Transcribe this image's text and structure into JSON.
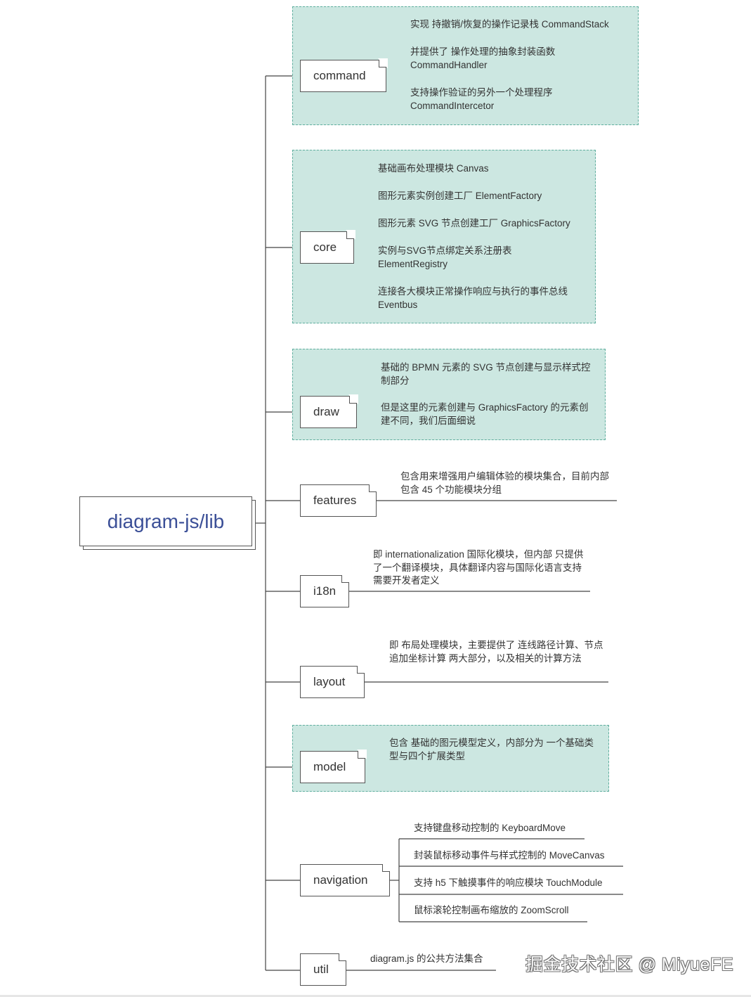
{
  "root": {
    "label": "diagram-js/lib"
  },
  "modules": [
    {
      "id": "command",
      "label": "command",
      "highlighted": true,
      "items": [
        "实现 持撤销/恢复的操作记录栈 CommandStack",
        "并提供了 操作处理的抽象封装函数 CommandHandler",
        "支持操作验证的另外一个处理程序 CommandIntercetor"
      ]
    },
    {
      "id": "core",
      "label": "core",
      "highlighted": true,
      "items": [
        "基础画布处理模块 Canvas",
        "图形元素实例创建工厂 ElementFactory",
        "图形元素 SVG 节点创建工厂 GraphicsFactory",
        "实例与SVG节点绑定关系注册表 ElementRegistry",
        "连接各大模块正常操作响应与执行的事件总线 Eventbus"
      ]
    },
    {
      "id": "draw",
      "label": "draw",
      "highlighted": true,
      "items": [
        "基础的 BPMN 元素的 SVG 节点创建与显示样式控制部分",
        "但是这里的元素创建与 GraphicsFactory 的元素创建不同，我们后面细说"
      ]
    },
    {
      "id": "features",
      "label": "features",
      "highlighted": false,
      "items": [
        "包含用来增强用户编辑体验的模块集合，目前内部包含 45 个功能模块分组"
      ]
    },
    {
      "id": "i18n",
      "label": "i18n",
      "highlighted": false,
      "items": [
        "即 internationalization 国际化模块，但内部 只提供了一个翻译模块，具体翻译内容与国际化语言支持需要开发者定义"
      ]
    },
    {
      "id": "layout",
      "label": "layout",
      "highlighted": false,
      "items": [
        "即 布局处理模块，主要提供了 连线路径计算、节点追加坐标计算 两大部分，以及相关的计算方法"
      ]
    },
    {
      "id": "model",
      "label": "model",
      "highlighted": true,
      "items": [
        "包含 基础的图元模型定义，内部分为 一个基础类型与四个扩展类型"
      ]
    },
    {
      "id": "navigation",
      "label": "navigation",
      "highlighted": false,
      "items": [
        "支持键盘移动控制的 KeyboardMove",
        "封装鼠标移动事件与样式控制的 MoveCanvas",
        "支持 h5 下触摸事件的响应模块 TouchModule",
        "鼠标滚轮控制画布缩放的 ZoomScroll"
      ]
    },
    {
      "id": "util",
      "label": "util",
      "highlighted": false,
      "items": [
        "diagram.js 的公共方法集合"
      ]
    }
  ],
  "watermark": "掘金技术社区 @ MiyueFE",
  "colors": {
    "group_fill": "#cce7e1",
    "group_border": "#5fae9e",
    "root_text": "#3b4f97",
    "line": "#444444"
  }
}
